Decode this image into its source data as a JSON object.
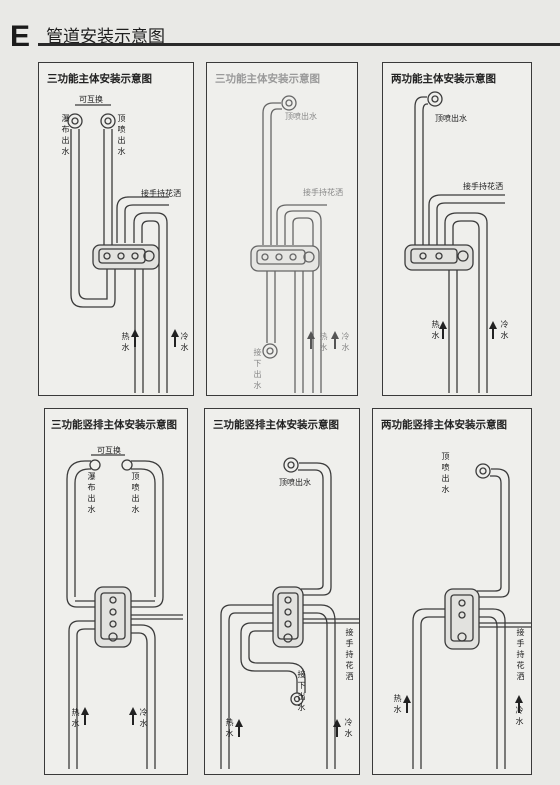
{
  "header": {
    "letter": "E",
    "title": "管道安装示意图"
  },
  "labels": {
    "hot": "热水",
    "cold": "冷水",
    "shower": "接手持花洒",
    "top": "顶喷出水",
    "waterfall": "瀑布出水",
    "swap": "可互换",
    "lower": "接下出水"
  },
  "panels": [
    {
      "title": "三功能主体安装示意图"
    },
    {
      "title": "三功能主体安装示意图"
    },
    {
      "title": "两功能主体安装示意图"
    },
    {
      "title": "三功能竖排主体安装示意图"
    },
    {
      "title": "三功能竖排主体安装示意图"
    },
    {
      "title": "两功能竖排主体安装示意图"
    }
  ],
  "colors": {
    "pipe": "#3b3b3b",
    "panel_border": "#3a3a3a",
    "background": "#e9e9e6"
  }
}
